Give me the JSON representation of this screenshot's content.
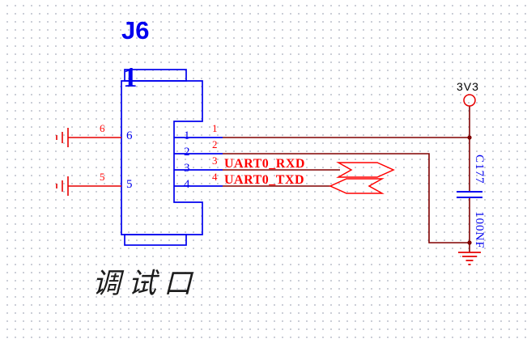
{
  "title": {
    "refdes": "J6"
  },
  "connector": {
    "polarity_mark": "1",
    "pins": {
      "left": [
        {
          "designator": "6",
          "name": "6"
        },
        {
          "designator": "5",
          "name": "5"
        }
      ],
      "right": [
        {
          "designator": "1",
          "name": "1"
        },
        {
          "designator": "2",
          "name": "2"
        },
        {
          "designator": "3",
          "name": "3"
        },
        {
          "designator": "4",
          "name": "4"
        }
      ]
    }
  },
  "net_labels": {
    "rxd": "UART0_RXD",
    "txd": "UART0_TXD"
  },
  "power": {
    "net": "3V3"
  },
  "capacitor": {
    "refdes": "C177",
    "value": "100NF"
  },
  "caption": "调试口",
  "colors": {
    "component_blue": "#0000ee",
    "accent_red": "#ff0000",
    "power_red": "#e60000",
    "wire_maroon": "#800000",
    "text_black": "#1c1c1c"
  }
}
